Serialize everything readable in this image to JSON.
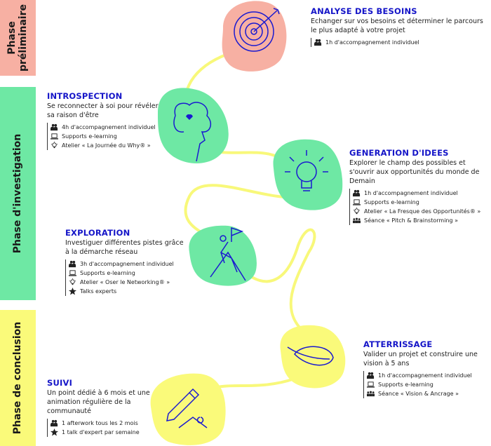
{
  "phases": {
    "preliminaire": "Phase\npréliminaire",
    "investigation": "Phase d'investigation",
    "conclusion": "Phase de conclusion"
  },
  "colors": {
    "salmon": "#f7b0a3",
    "green": "#6ee8a4",
    "yellow": "#fafa7a",
    "path": "#f8f87a",
    "title": "#1515c8",
    "icon": "#1a1ad0"
  },
  "steps": [
    {
      "id": "analyse",
      "title": "ANALYSE DES BESOINS",
      "desc": "Echanger sur vos besoins et déterminer le parcours le plus adapté à votre projet",
      "icon": "target-icon",
      "items": [
        {
          "icon": "people",
          "text": "1h d'accompagnement individuel"
        }
      ]
    },
    {
      "id": "introspection",
      "title": "INTROSPECTION",
      "desc": "Se reconnecter à soi pour révéler sa raison d'être",
      "icon": "brain-heart-icon",
      "items": [
        {
          "icon": "people",
          "text": "4h d'accompagnement individuel"
        },
        {
          "icon": "laptop",
          "text": "Supports e-learning"
        },
        {
          "icon": "bulb",
          "text": "Atelier « La Journée du Why® »"
        }
      ]
    },
    {
      "id": "generation",
      "title": "GENERATION D'IDEES",
      "desc": "Explorer le champ des possibles et s'ouvrir aux opportunités du monde de Demain",
      "icon": "lightbulb-icon",
      "items": [
        {
          "icon": "people",
          "text": "1h d'accompagnement individuel"
        },
        {
          "icon": "laptop",
          "text": "Supports e-learning"
        },
        {
          "icon": "bulb",
          "text": "Atelier « La Fresque des Opportunités® »"
        },
        {
          "icon": "group",
          "text": "Séance « Pitch & Brainstorming »"
        }
      ]
    },
    {
      "id": "exploration",
      "title": "EXPLORATION",
      "desc": "Investiguer différentes pistes grâce à la démarche réseau",
      "icon": "climber-flag-icon",
      "items": [
        {
          "icon": "people",
          "text": "3h d'accompagnement individuel"
        },
        {
          "icon": "laptop",
          "text": "Supports e-learning"
        },
        {
          "icon": "bulb",
          "text": "Atelier « Oser le Networking® »"
        },
        {
          "icon": "star",
          "text": "Talks experts"
        }
      ]
    },
    {
      "id": "atterrissage",
      "title": "ATTERRISSAGE",
      "desc": "Valider un projet et construire une vision à 5 ans",
      "icon": "feather-icon",
      "items": [
        {
          "icon": "people",
          "text": "1h d'accompagnement individuel"
        },
        {
          "icon": "laptop",
          "text": "Supports e-learning"
        },
        {
          "icon": "group",
          "text": "Séance « Vision & Ancrage »"
        }
      ]
    },
    {
      "id": "suivi",
      "title": "SUIVI",
      "desc": "Un point dédié à 6 mois et une animation régulière de la communauté",
      "icon": "pencil-icon",
      "items": [
        {
          "icon": "people",
          "text": "1 afterwork tous les 2 mois"
        },
        {
          "icon": "star",
          "text": "1 talk d'expert par semaine"
        }
      ]
    }
  ]
}
